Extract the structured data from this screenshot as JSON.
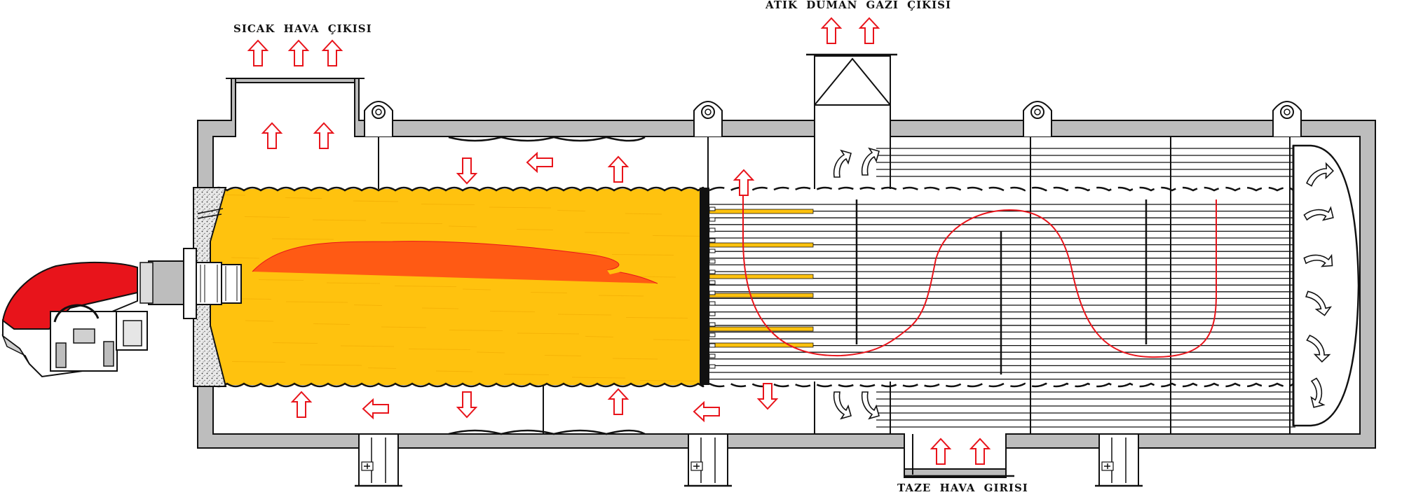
{
  "labels": {
    "hot_air_outlet": "SICAK  HAVA  ÇIKISI",
    "flue_gas_outlet": "ATIK  DUMAN  GAZI  ÇIKISI",
    "fresh_air_inlet": "TAZE  HAVA  GIRISI"
  },
  "icons": {
    "flow_arrow": "red-outline-arrow",
    "swirl_arrow": "curved-flow-arrow",
    "burner": "burner-icon",
    "lifting_lug": "lifting-lug-icon",
    "support_leg": "support-leg-icon",
    "flame": "flame-icon"
  },
  "colors": {
    "air_arrow": "#e8141b",
    "furnace_fill": "#ffc20e",
    "flame_fill": "#ff5a14",
    "burner_red": "#e8141b",
    "outline": "#111111",
    "casing_gray": "#bdbdbd",
    "gas_path": "#e8141b"
  }
}
